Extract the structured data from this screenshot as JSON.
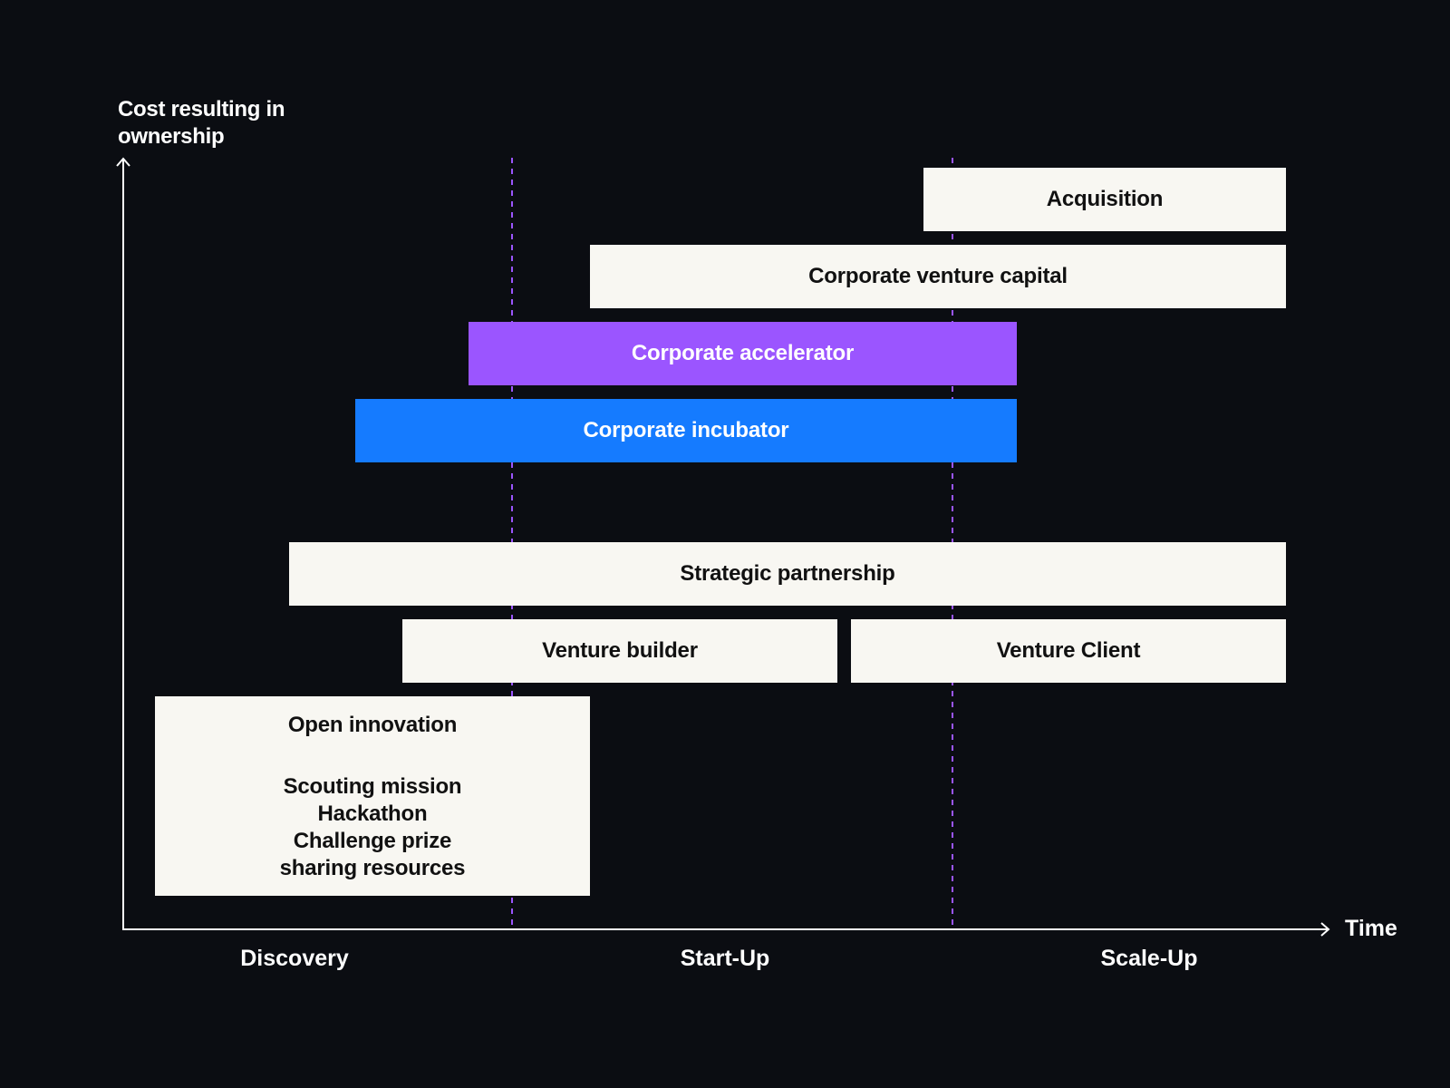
{
  "axes": {
    "y_label": "Cost resulting in ownership",
    "x_label": "Time"
  },
  "phases": [
    "Discovery",
    "Start-Up",
    "Scale-Up"
  ],
  "colors": {
    "background": "#0b0d12",
    "box": "#f8f7f2",
    "purple": "#9b55ff",
    "blue": "#157bff",
    "phase_divider": "#9b55ff"
  },
  "boxes": {
    "acquisition": "Acquisition",
    "corporate_venture_capital": "Corporate venture capital",
    "corporate_accelerator": "Corporate accelerator",
    "corporate_incubator": "Corporate incubator",
    "strategic_partnership": "Strategic partnership",
    "venture_builder": "Venture builder",
    "venture_client": "Venture Client"
  },
  "open_innovation": {
    "title": "Open innovation",
    "items": [
      "Scouting mission",
      "Hackathon",
      "Challenge prize",
      "sharing resources"
    ]
  }
}
